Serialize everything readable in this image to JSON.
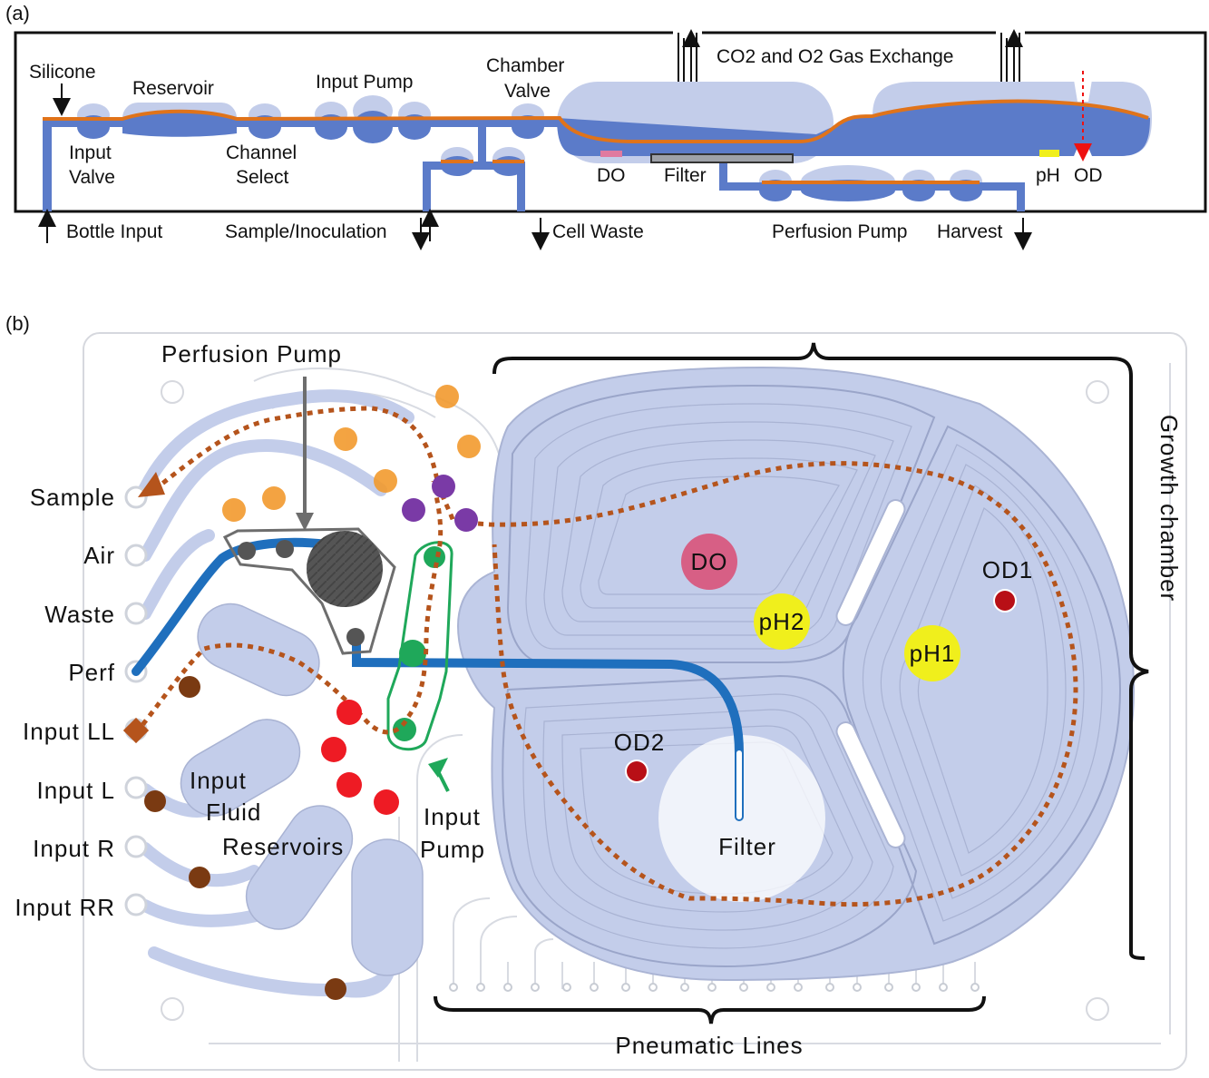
{
  "panel_a": {
    "tag": "(a)",
    "labels": {
      "silicone": "Silicone",
      "reservoir": "Reservoir",
      "input_pump": "Input Pump",
      "chamber_valve_1": "Chamber",
      "chamber_valve_2": "Valve",
      "gas_exchange": "CO2 and O2 Gas Exchange",
      "input_valve_1": "Input",
      "input_valve_2": "Valve",
      "channel_select_1": "Channel",
      "channel_select_2": "Select",
      "do": "DO",
      "filter": "Filter",
      "ph": "pH",
      "od": "OD",
      "bottle_input": "Bottle Input",
      "sample_inoculation": "Sample/Inoculation",
      "cell_waste": "Cell Waste",
      "perfusion_pump": "Perfusion Pump",
      "harvest": "Harvest"
    }
  },
  "panel_b": {
    "tag": "(b)",
    "labels": {
      "perfusion_pump": "Perfusion Pump",
      "sample": "Sample",
      "air": "Air",
      "waste": "Waste",
      "perf": "Perf",
      "input_ll": "Input LL",
      "input_l": "Input L",
      "input_r": "Input R",
      "input_rr": "Input RR",
      "reservoirs_1": "Input",
      "reservoirs_2": "Fluid",
      "reservoirs_3": "Reservoirs",
      "input_pump_1": "Input",
      "input_pump_2": "Pump",
      "do": "DO",
      "ph2": "pH2",
      "ph1": "pH1",
      "od1": "OD1",
      "od2": "OD2",
      "filter": "Filter",
      "growth_chamber": "Growth chamber",
      "pneumatic_lines": "Pneumatic Lines"
    }
  },
  "colors": {
    "channel_blue": "#5b7bc9",
    "chamber_light": "#c3cdea",
    "silicone_orange": "#e0731a",
    "flow_path": "#b5541c",
    "do_pink": "#d9537a",
    "ph_yellow": "#f0ef1c",
    "od_red": "#b80f16",
    "input_pump_green": "#1fa85a"
  }
}
